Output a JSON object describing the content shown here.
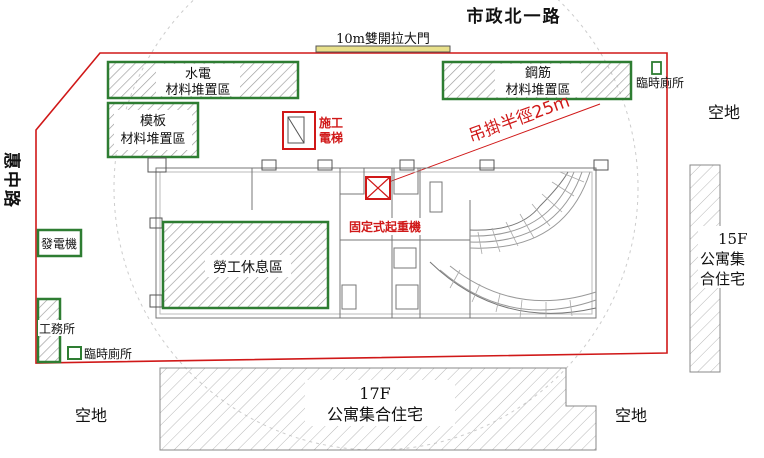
{
  "roads": {
    "north": "市政北一路",
    "west": "惠中路"
  },
  "gate": {
    "label": "10m雙開拉大門"
  },
  "zones": {
    "water_elec": {
      "line1": "水電",
      "line2": "材料堆置區"
    },
    "rebar": {
      "line1": "鋼筋",
      "line2": "材料堆置區"
    },
    "formwork": {
      "line1": "模板",
      "line2": "材料堆置區"
    },
    "workers_rest": {
      "label": "勞工休息區"
    },
    "generator": {
      "label": "發電機"
    },
    "site_office": {
      "label": "工務所"
    }
  },
  "facilities": {
    "toilet_top": "臨時廁所",
    "toilet_bottom": "臨時廁所",
    "hoist": {
      "line1": "施工",
      "line2": "電梯"
    },
    "tower_crane": "固定式起重機",
    "crane_radius": "吊掛半徑25m"
  },
  "neighbors": {
    "east_building": {
      "floors": "15F",
      "line1": "公寓集",
      "line2": "合住宅"
    },
    "south_building": {
      "floors": "17F",
      "line1": "公寓集合住宅"
    },
    "vacant_east": "空地",
    "vacant_sw": "空地",
    "vacant_se": "空地"
  },
  "colors": {
    "boundary": "#d01818",
    "zone_border": "#2e7d32",
    "hatch": "#9a9a9a",
    "gate_fill": "#e8e08a"
  }
}
